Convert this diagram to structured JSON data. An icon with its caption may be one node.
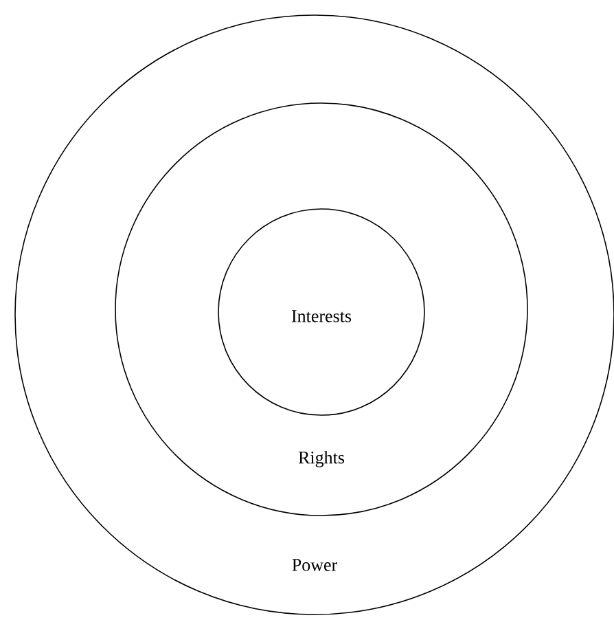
{
  "diagram": {
    "nodes": [
      {
        "text": [
          "Power"
        ]
      },
      {
        "text": [
          "Rights"
        ],
        "in": 0
      },
      {
        "text": [
          "Interests"
        ],
        "in": 1
      }
    ]
  }
}
